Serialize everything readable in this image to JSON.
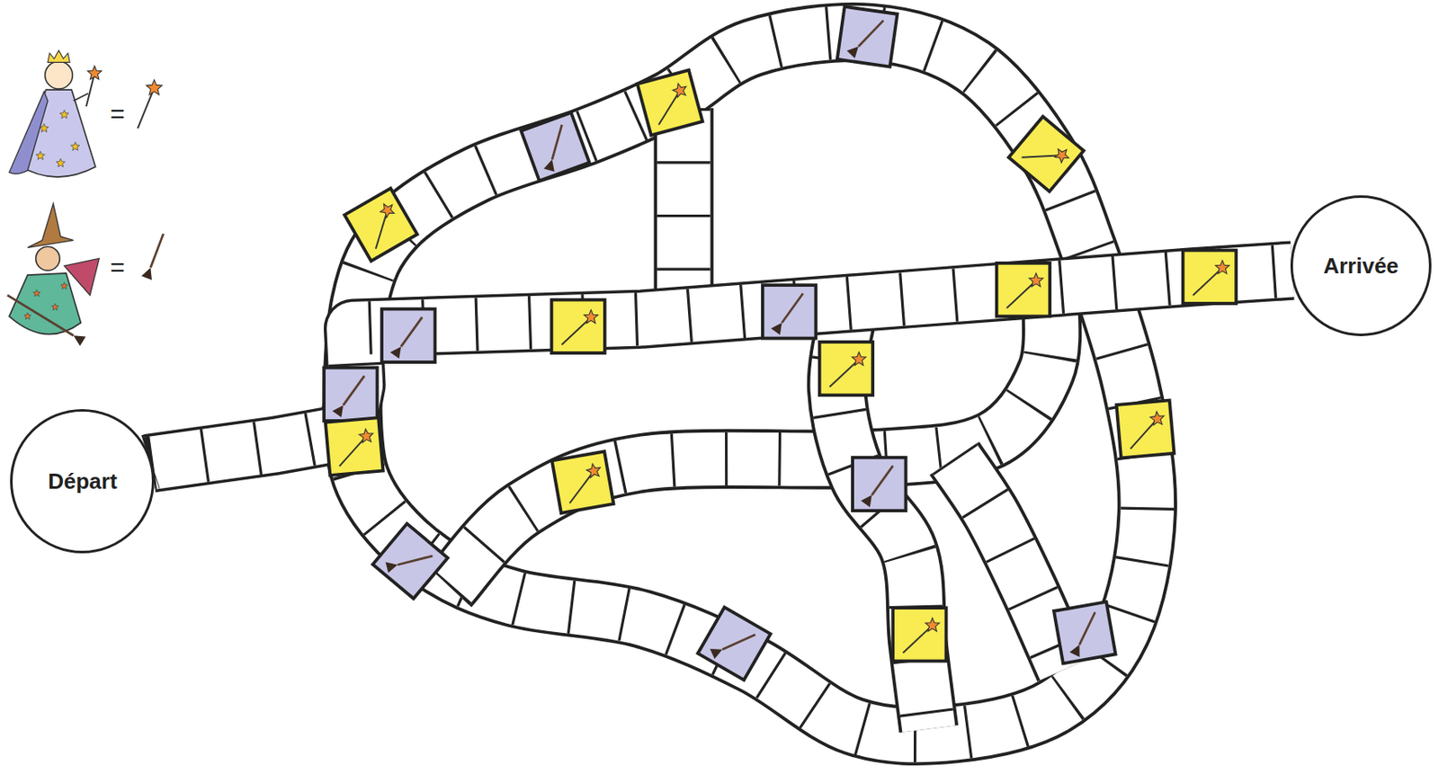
{
  "diagram": {
    "nodes": [
      {
        "text": [
          "Départ"
        ]
      },
      {
        "text": [
          "Arrivée"
        ]
      }
    ],
    "edges": [
      {
        "from": 0,
        "to": 1,
        "arrow": "none"
      }
    ],
    "labels": [
      "=",
      "="
    ]
  }
}
